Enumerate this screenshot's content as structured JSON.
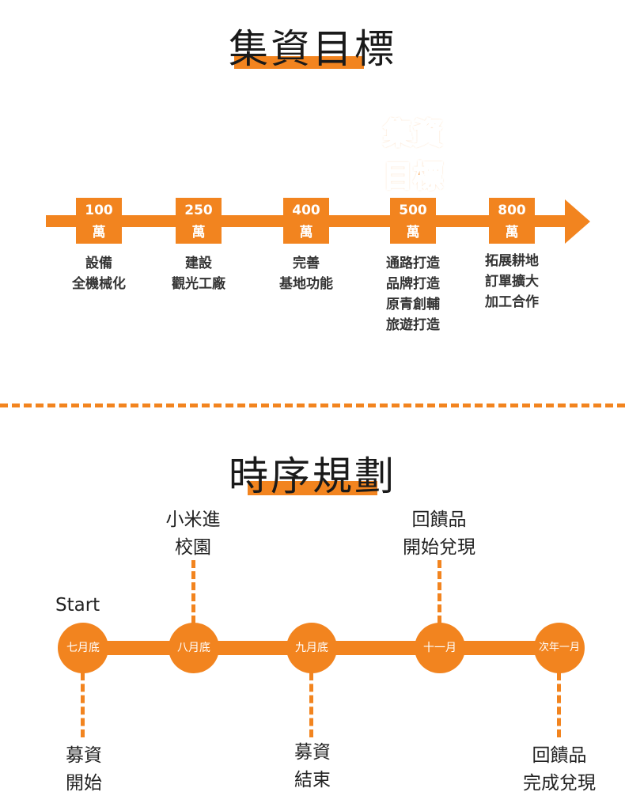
{
  "goal_section": {
    "title": "集資目標",
    "goal_label": [
      "集資",
      "目標"
    ],
    "milestones": [
      {
        "amount": "100",
        "unit": "萬",
        "desc": [
          "設備",
          "全機械化"
        ]
      },
      {
        "amount": "250",
        "unit": "萬",
        "desc": [
          "建設",
          "觀光工廠"
        ]
      },
      {
        "amount": "400",
        "unit": "萬",
        "desc": [
          "完善",
          "基地功能"
        ]
      },
      {
        "amount": "500",
        "unit": "萬",
        "desc": [
          "通路打造",
          "品牌打造",
          "原青創輔",
          "旅遊打造"
        ]
      },
      {
        "amount": "800",
        "unit": "萬",
        "desc": [
          "拓展耕地",
          "訂單擴大",
          "加工合作"
        ]
      }
    ]
  },
  "timeline_section": {
    "title": "時序規劃",
    "start_label": "Start",
    "nodes": [
      {
        "date": "七月底",
        "above": [],
        "below": [
          "募資",
          "開始"
        ]
      },
      {
        "date": "八月底",
        "above": [
          "小米進",
          "校園"
        ],
        "below": []
      },
      {
        "date": "九月底",
        "above": [],
        "below": [
          "募資",
          "結束"
        ]
      },
      {
        "date": "十一月",
        "above": [
          "回饋品",
          "開始兌現"
        ],
        "below": []
      },
      {
        "date": "次年一月",
        "above": [],
        "below": [
          "回饋品",
          "完成兌現"
        ]
      }
    ]
  },
  "colors": {
    "accent": "#f2841f"
  }
}
